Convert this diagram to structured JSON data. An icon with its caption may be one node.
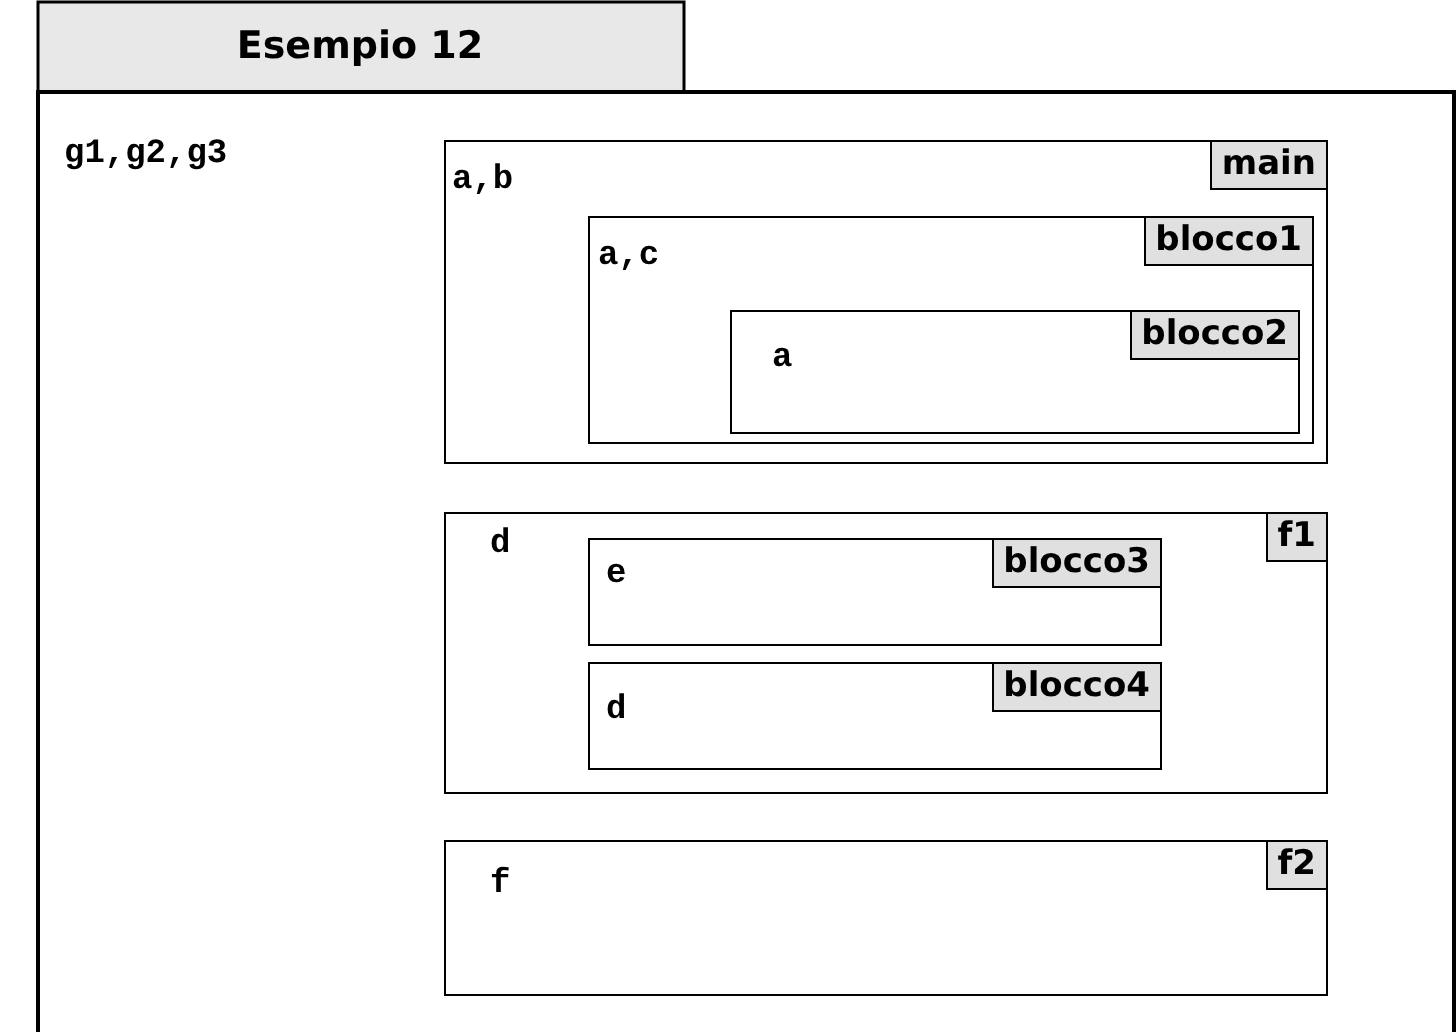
{
  "diagram": {
    "nodes": [
      {
        "text": [
          "Esempio 12",
          "g1,g2,g3"
        ]
      },
      {
        "text": [
          "a,b",
          "main"
        ],
        "in": 0
      },
      {
        "text": [
          "a,c",
          "blocco1"
        ],
        "in": 1
      },
      {
        "text": [
          "a",
          "blocco2"
        ],
        "in": 2
      },
      {
        "text": [
          "d",
          "f1"
        ],
        "in": 0
      },
      {
        "text": [
          "e",
          "blocco3"
        ],
        "in": 4
      },
      {
        "text": [
          "d",
          "blocco4"
        ],
        "in": 4
      },
      {
        "text": [
          "f",
          "f2"
        ],
        "in": 0
      }
    ]
  }
}
